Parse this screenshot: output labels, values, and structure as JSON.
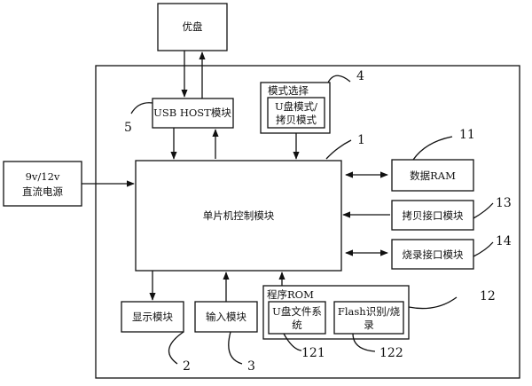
{
  "blocks": {
    "udisk": "优盘",
    "usb_host": "USB HOST模块",
    "power_line1": "9v/12v",
    "power_line2": "直流电源",
    "mode_select_title": "模式选择",
    "mode_line1": "U盘模式/",
    "mode_line2": "拷贝模式",
    "mcu": "单片机控制模块",
    "data_ram": "数据RAM",
    "copy_interface": "拷贝接口模块",
    "burn_interface": "烧录接口模块",
    "display": "显示模块",
    "input": "输入模块",
    "program_rom": "程序ROM",
    "fs_line1": "U盘文件系",
    "fs_line2": "统",
    "flash_line1": "Flash识别/烧",
    "flash_line2": "录"
  },
  "refs": {
    "mcu": "1",
    "display": "2",
    "input": "3",
    "mode_select": "4",
    "usb_host": "5",
    "data_ram": "11",
    "program_rom": "12",
    "copy_interface": "13",
    "burn_interface": "14",
    "fs": "121",
    "flash": "122"
  }
}
